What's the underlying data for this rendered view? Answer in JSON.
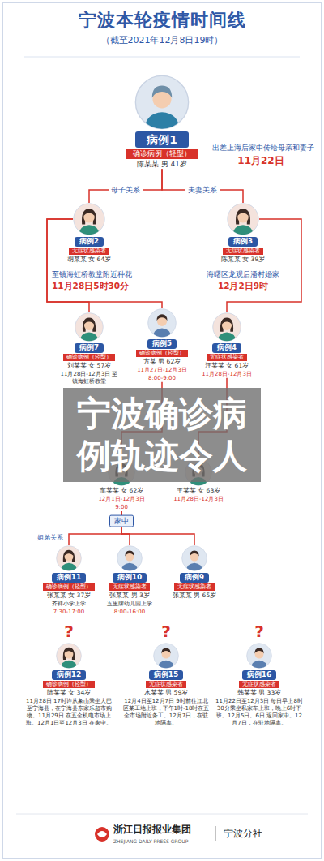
{
  "diagram": {
    "title": "宁波本轮疫情时间线",
    "nodes": [
      {
        "text": [
          "病例1",
          "确诊病例（轻型）",
          "陈某某 男 41岁"
        ]
      },
      {
        "text": [
          "病例2",
          "无症状感染者",
          "胡某某 女 64岁"
        ]
      },
      {
        "text": [
          "病例3",
          "无症状感染者",
          "陈某某 女 39岁"
        ]
      },
      {
        "text": [
          "病例7",
          "确诊病例（轻型）",
          "刘某某 女 57岁",
          "11月28日-12月3日 至镇海虹桥教堂"
        ]
      },
      {
        "text": [
          "病例5",
          "确诊病例（轻型）",
          "方某 男 62岁",
          "11月27日-12月3日",
          "8:00-9:00"
        ]
      },
      {
        "text": [
          "病例4",
          "无症状感染者",
          "汪某某 女 61岁",
          "11月28日-12月3日"
        ]
      },
      {
        "text": [
          "车某某 女 62岁",
          "12月1日-12月3日",
          "9:00"
        ]
      },
      {
        "text": [
          "王某某 女 63岁",
          "11月28日-12月3日"
        ]
      },
      {
        "text": [
          "病例11",
          "确诊病例（轻型）",
          "张某某 女 37岁",
          "齐祥小学上学",
          "7:30-17:00"
        ]
      },
      {
        "text": [
          "病例10",
          "无症状感染者",
          "张某某 男 3岁",
          "五里牌幼儿园上学",
          "8:00-16:00"
        ]
      },
      {
        "text": [
          "病例9",
          "无症状感染者",
          "张某某 男 65岁"
        ]
      },
      {
        "text": [
          "病例12",
          "确诊病例（轻型）",
          "陆某某 女 34岁",
          "11月28日 17时许从象山乘坐大巴至宁海县，在宁海县东家乐超市购物。11月29日 在五金机电市场上班。12月1日至12月3日 在家中。"
        ]
      },
      {
        "text": [
          "病例15",
          "无症状感染者",
          "水某某 男 59岁",
          "12月4日至12月7日 9时前往江北区某工地上班，下午1时-18时在五金市场附近务工。12月7日，在驻地隔离。"
        ]
      },
      {
        "text": [
          "病例16",
          "无症状感染者",
          "韩某某 男 33岁",
          "11月22日至12月3日 每日早上8时30分乘坐私家车上班，晚上6时下班。12月5日、6日 返回家中。12月7日，在驻地隔离。"
        ]
      }
    ],
    "edges": [
      {
        "from": 0,
        "to": 1,
        "label": "母子关系",
        "arrow": "none"
      },
      {
        "from": 0,
        "to": 2,
        "label": "夫妻关系",
        "arrow": "none"
      },
      {
        "from": 1,
        "to": 3,
        "arrow": "none"
      },
      {
        "from": 1,
        "to": 4,
        "arrow": "none"
      },
      {
        "from": 2,
        "to": 5,
        "arrow": "none"
      },
      {
        "from": 4,
        "to": 6,
        "arrow": "none"
      },
      {
        "from": 5,
        "to": 7,
        "arrow": "none"
      },
      {
        "from": 6,
        "to": 8,
        "arrow": "none"
      },
      {
        "from": 6,
        "to": 9,
        "arrow": "none"
      },
      {
        "from": 6,
        "to": 10,
        "arrow": "none"
      }
    ],
    "labels": [
      "（截至2021年12月8日19时）",
      "出差上海后家中传给母亲和妻子",
      "11月22日",
      "至镇海虹桥教堂附近种花",
      "11月28日5时30分",
      "海曙区龙观后潘村婚家",
      "12月2日9时",
      "家中",
      "姐弟关系",
      "?",
      "?",
      "?",
      "浙江日报报业集团",
      "宁波分社",
      "ZHEJIANG DAILY PRESS GROUP",
      "宁波确诊病例轨迹令人"
    ]
  }
}
